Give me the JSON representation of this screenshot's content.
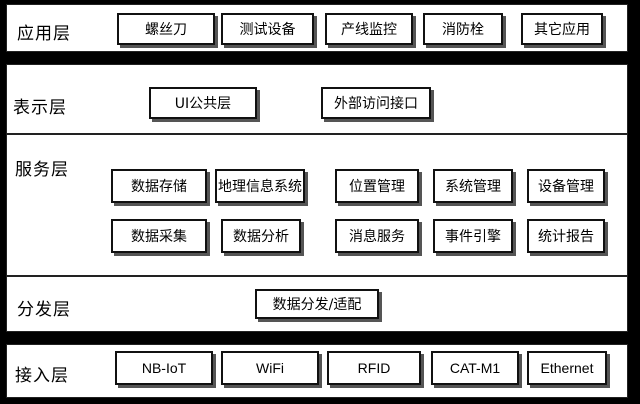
{
  "layers": {
    "application": {
      "title": "应用层",
      "items": [
        "螺丝刀",
        "测试设备",
        "产线监控",
        "消防栓",
        "其它应用"
      ]
    },
    "presentation": {
      "title": "表示层",
      "items": [
        "UI公共层",
        "外部访问接口"
      ]
    },
    "service": {
      "title": "服务层",
      "items": [
        "数据存储",
        "地理信息系统",
        "位置管理",
        "系统管理",
        "设备管理",
        "数据采集",
        "数据分析",
        "消息服务",
        "事件引擎",
        "统计报告"
      ]
    },
    "distribution": {
      "title": "分发层",
      "items": [
        "数据分发/适配"
      ]
    },
    "access": {
      "title": "接入层",
      "items": [
        "NB-IoT",
        "WiFi",
        "RFID",
        "CAT-M1",
        "Ethernet"
      ]
    }
  }
}
